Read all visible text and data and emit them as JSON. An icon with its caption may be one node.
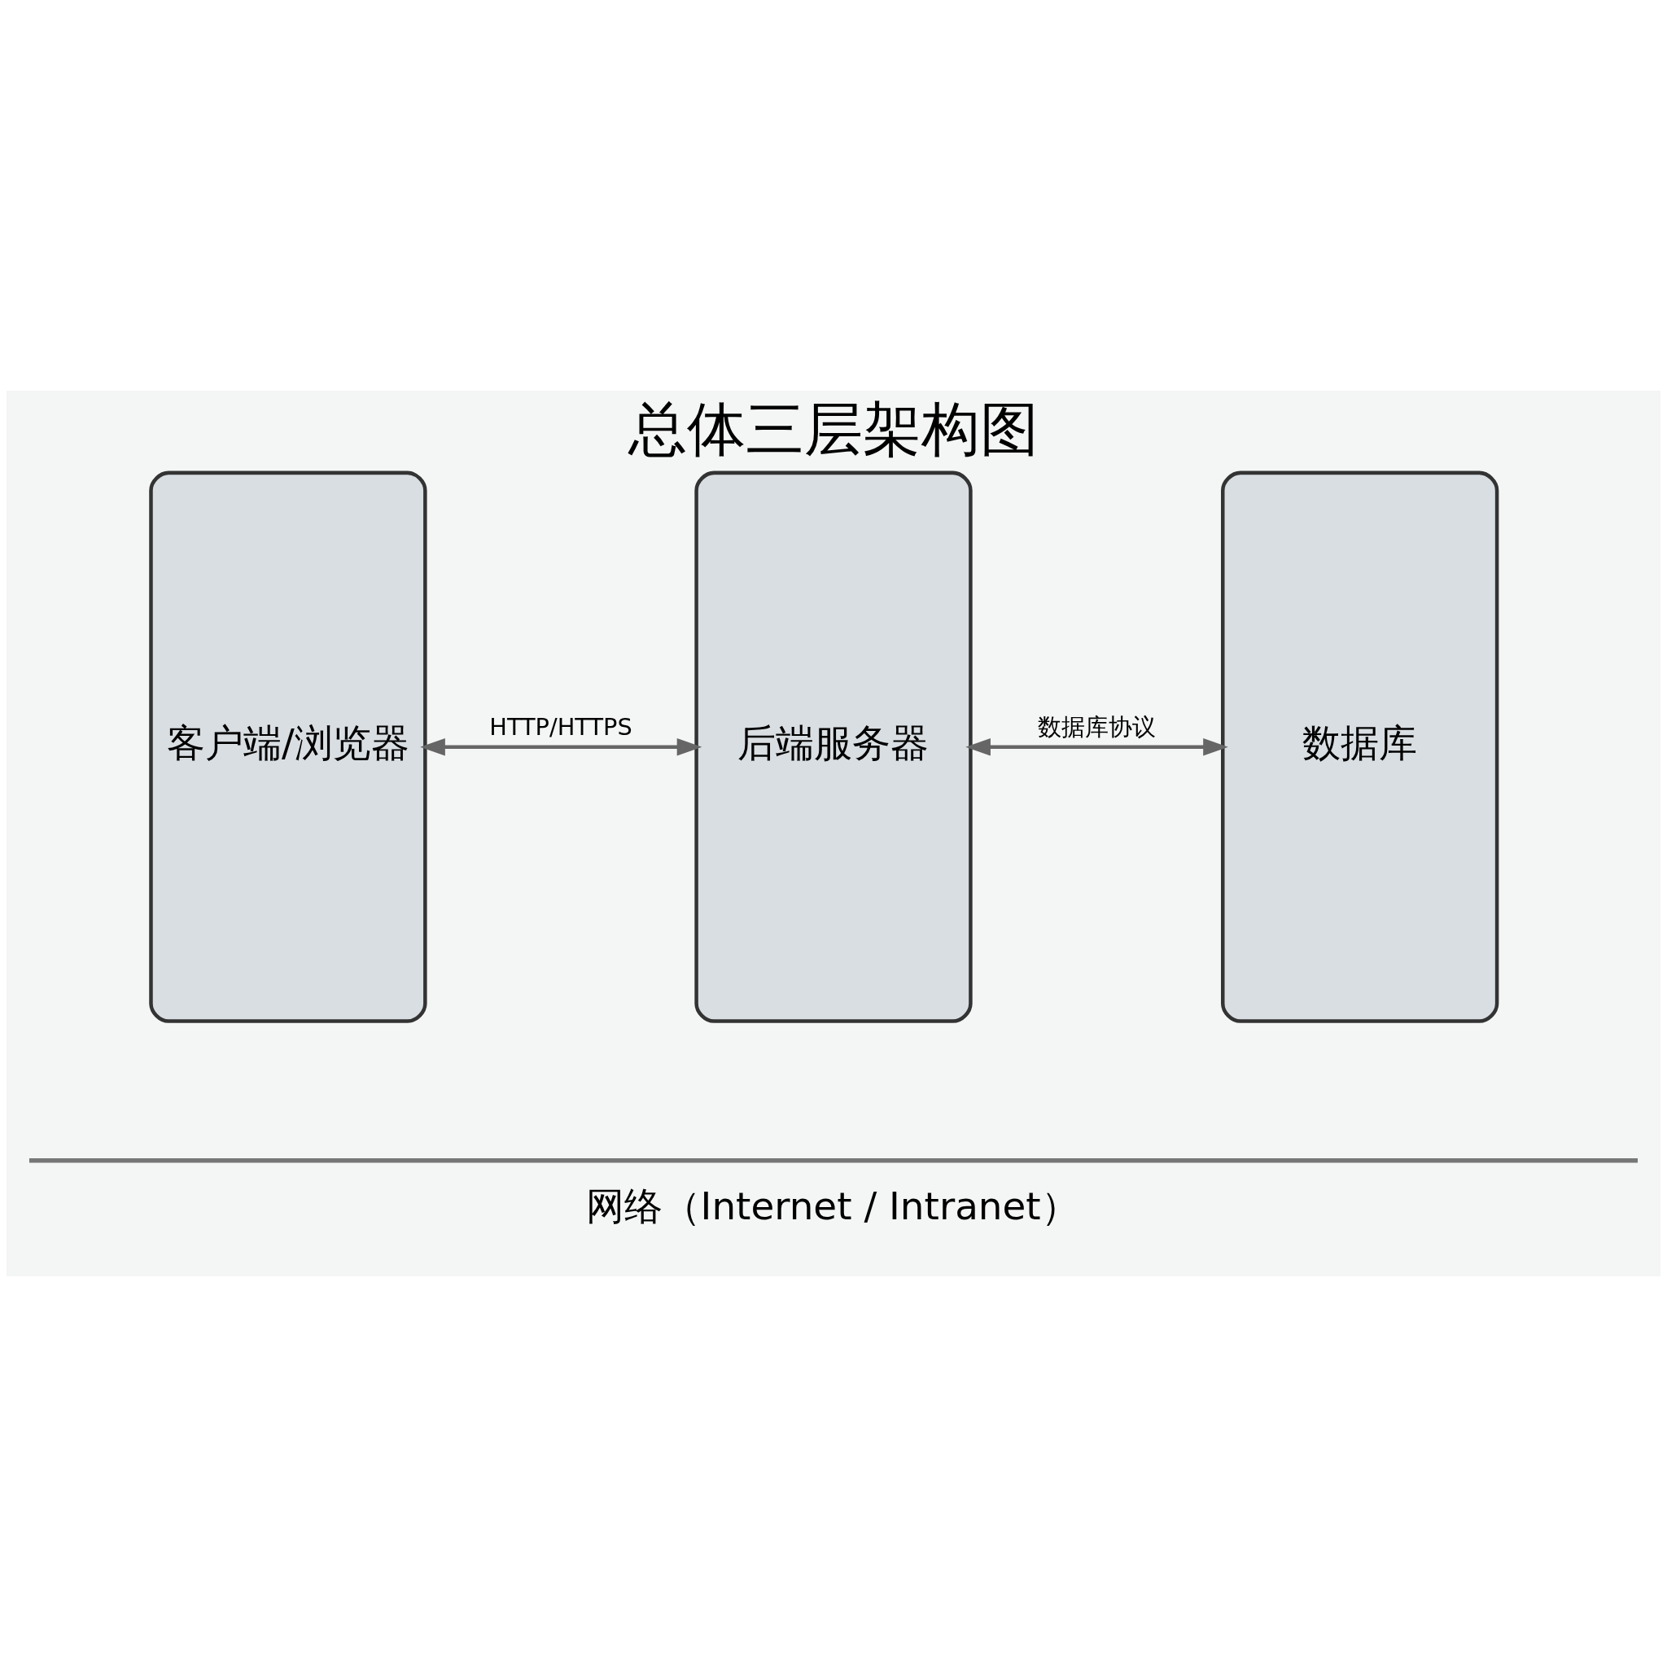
{
  "diagram": {
    "title": "总体三层架构图",
    "nodes": [
      {
        "text": [
          "客户端/浏览器"
        ]
      },
      {
        "text": [
          "后端服务器"
        ]
      },
      {
        "text": [
          "数据库"
        ]
      }
    ],
    "edges": [
      {
        "from": 0,
        "to": 1,
        "arrow": "both",
        "label": "HTTP/HTTPS"
      },
      {
        "from": 1,
        "to": 2,
        "arrow": "both",
        "label": "数据库协议"
      }
    ],
    "labels": [
      "网络（Internet / Intranet）"
    ]
  }
}
